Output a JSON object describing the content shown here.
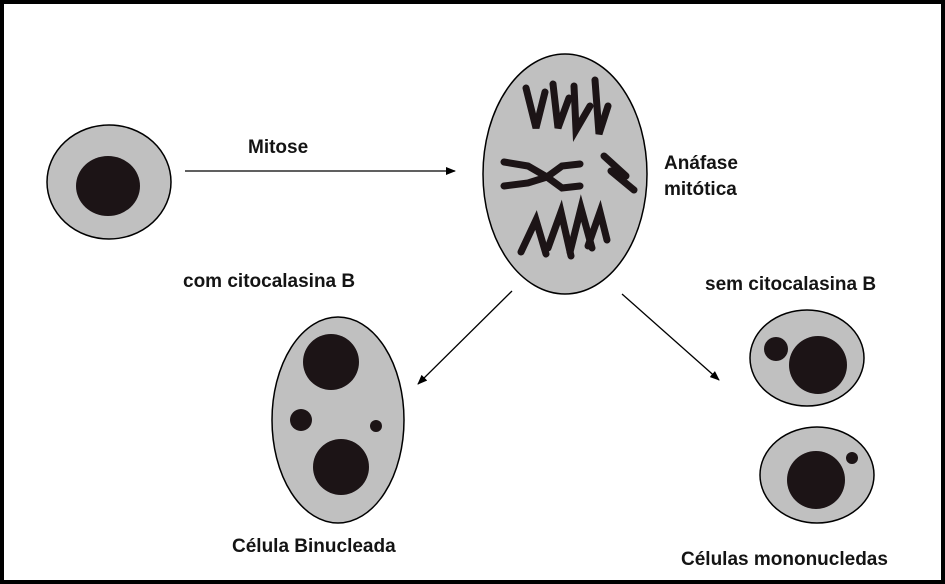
{
  "labels": {
    "mitose": "Mitose",
    "anafase_line1": "Anáfase",
    "anafase_line2": "mitótica",
    "com_citocalasina": "com citocalasina B",
    "sem_citocalasina": "sem citocalasina B",
    "celula_binucleada": "Célula Binucleada",
    "celulas_mononucleadas": "Células mononucledas"
  },
  "colors": {
    "cytoplasm": "#c0c0c0",
    "nucleus": "#1c1416",
    "outline": "#000000",
    "text": "#141414"
  }
}
